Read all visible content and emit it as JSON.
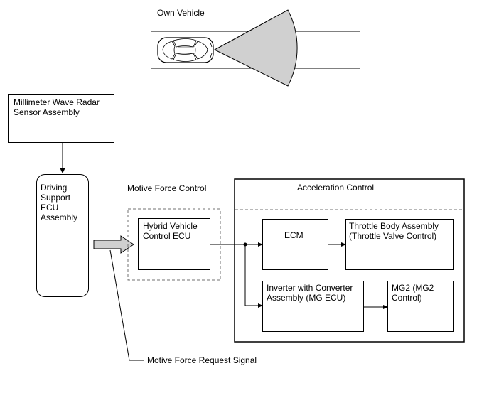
{
  "labels": {
    "own_vehicle": "Own Vehicle",
    "radar_sensor": "Millimeter Wave Radar\nSensor Assembly",
    "driving_support_ecu": "Driving\nSupport\nECU\nAssembly",
    "motive_force_control": "Motive Force Control",
    "hybrid_vehicle_ecu": "Hybrid Vehicle\nControl ECU",
    "acceleration_control": "Acceleration Control",
    "ecm": "ECM",
    "throttle_body": "Throttle Body Assembly\n(Throttle Valve Control)",
    "inverter": "Inverter with Converter\nAssembly (MG ECU)",
    "mg2": "MG2 (MG2\nControl)",
    "motive_force_request_signal": "Motive Force Request Signal"
  },
  "colors": {
    "line": "#000000",
    "radar_fill": "#d0d0d0",
    "signal_arrow_fill": "#d0d0d0",
    "dashed_border": "#707070"
  },
  "icons": {
    "vehicle": "car-top-view-icon"
  }
}
